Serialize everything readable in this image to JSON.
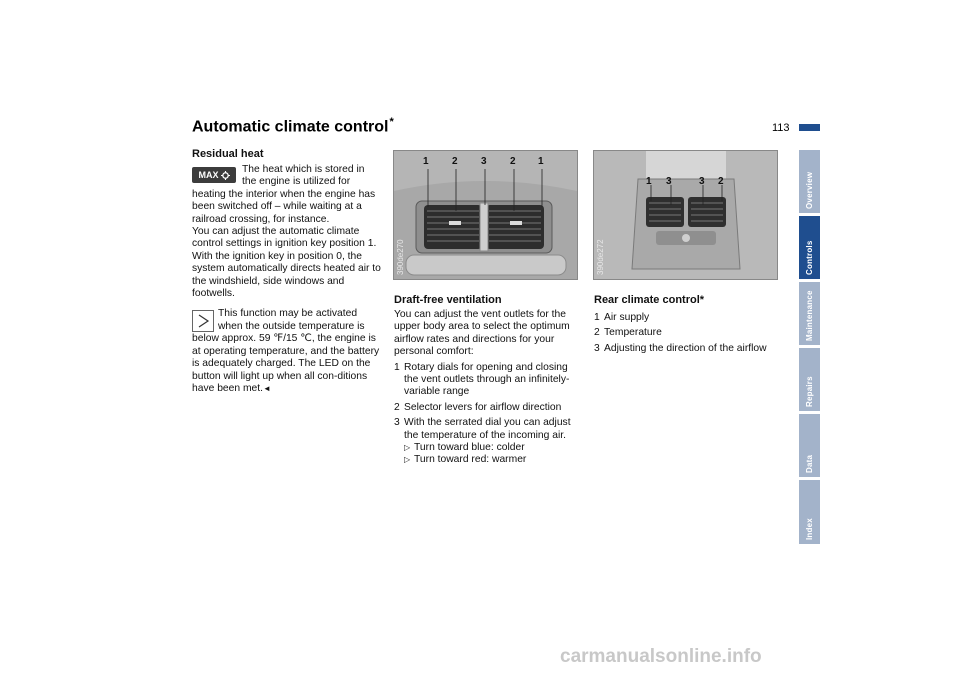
{
  "header": {
    "title": "Automatic climate control",
    "title_star": "*",
    "page_number": "113"
  },
  "side_tabs": [
    {
      "label": "Overview",
      "active": false
    },
    {
      "label": "Controls",
      "active": true
    },
    {
      "label": "Maintenance",
      "active": false
    },
    {
      "label": "Repairs",
      "active": false
    },
    {
      "label": "Data",
      "active": false
    },
    {
      "label": "Index",
      "active": false
    }
  ],
  "residual_heat": {
    "heading": "Residual heat",
    "button_icon": "max-defrost-button-icon",
    "button_label": "MAX",
    "p1_line1": "The heat which is stored in",
    "p1_line2": "the engine is utilized for",
    "p1_rest": "heating the interior when the engine has been switched off – while waiting at a railroad crossing, for instance.",
    "p2": "You can adjust the automatic climate control settings in ignition key position 1. With the ignition key in position 0, the system automatically directs heated air to the windshield, side windows and footwells.",
    "note_icon": "note-triangle-icon",
    "note_line1": "This function may be activated",
    "note_line2": "when the outside temperature is",
    "note_rest": "below approx. 59 ℉/15 ℃, the engine is at operating temperature, and the battery is adequately charged. The LED on the button will light up when all con-ditions have been met.",
    "end_mark": "◄"
  },
  "figure_center": {
    "code": "390de270",
    "labels": [
      "1",
      "2",
      "3",
      "2",
      "1"
    ]
  },
  "figure_right": {
    "code": "390de272",
    "labels": [
      "1",
      "3",
      "3",
      "2"
    ]
  },
  "draft_free": {
    "heading": "Draft-free ventilation",
    "intro": "You can adjust the vent outlets for the upper body area to select the optimum airflow rates and directions for your personal comfort:",
    "items": [
      {
        "num": "1",
        "text": "Rotary dials for opening and closing the vent outlets through an infinitely-variable range"
      },
      {
        "num": "2",
        "text": "Selector levers for airflow direction"
      },
      {
        "num": "3",
        "text": "With the serrated dial you can adjust the temperature of the incoming air."
      }
    ],
    "sub_items": [
      "Turn toward blue: colder",
      "Turn toward red: warmer"
    ],
    "sub_bullet": "▷"
  },
  "rear_climate": {
    "heading": "Rear climate control",
    "heading_star": "*",
    "items": [
      {
        "num": "1",
        "text": "Air supply"
      },
      {
        "num": "2",
        "text": "Temperature"
      },
      {
        "num": "3",
        "text": "Adjusting the direction of the airflow"
      }
    ]
  },
  "watermark": "carmanualsonline.info",
  "colors": {
    "tab_active": "#1f4e8f",
    "tab_inactive": "#a3b3ca"
  }
}
